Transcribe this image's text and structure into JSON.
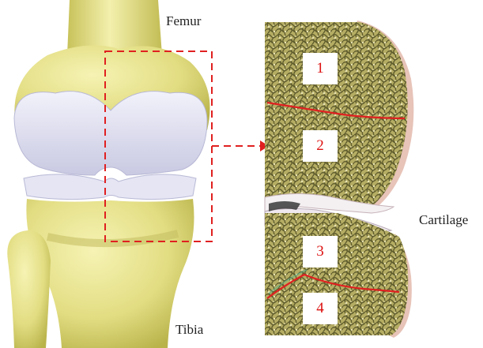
{
  "labels": {
    "femur": "Femur",
    "tibia": "Tibia",
    "cartilage": "Cartilage"
  },
  "regions": [
    "1",
    "2",
    "3",
    "4"
  ],
  "colors": {
    "bone": "#e4e08a",
    "bone_shade": "#c9c55a",
    "cartilage": "#dcdcf0",
    "trabecular": "#8e8a44",
    "highlight_box": "#e02020",
    "boundary_line": "#e02020"
  }
}
